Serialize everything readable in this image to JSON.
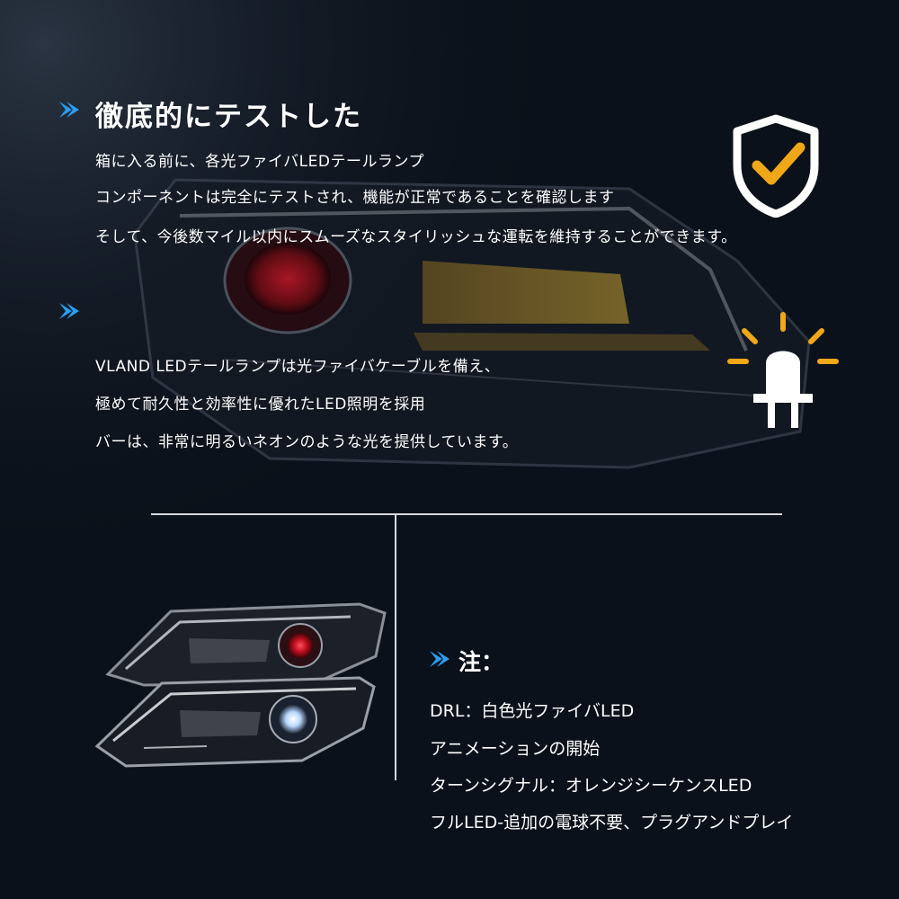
{
  "section1": {
    "title": "徹底的にテストした",
    "lines": [
      "箱に入る前に、各光ファイバLEDテールランプ",
      "コンポーネントは完全にテストされ、機能が正常であることを確認します",
      "そして、今後数マイル以内にスムーズなスタイリッシュな運転を維持することができます。"
    ]
  },
  "section2": {
    "lines": [
      "VLAND LEDテールランプは光ファイバケーブルを備え、",
      "極めて耐久性と効率性に優れたLED照明を採用",
      "バーは、非常に明るいネオンのような光を提供しています。"
    ]
  },
  "note": {
    "title": "注：",
    "lines": [
      "DRL：白色光ファイバLED",
      "アニメーションの開始",
      "ターンシグナル：オレンジシーケンスLED",
      "フルLED-追加の電球不要、プラグアンドプレイ"
    ]
  },
  "icons": [
    "chevron-right-icon",
    "shield-check-icon",
    "led-bulb-icon"
  ],
  "colors": {
    "accent_blue": "#2a9df4",
    "check_orange": "#f0a818",
    "text": "#ffffff",
    "background": "#0b111a"
  }
}
